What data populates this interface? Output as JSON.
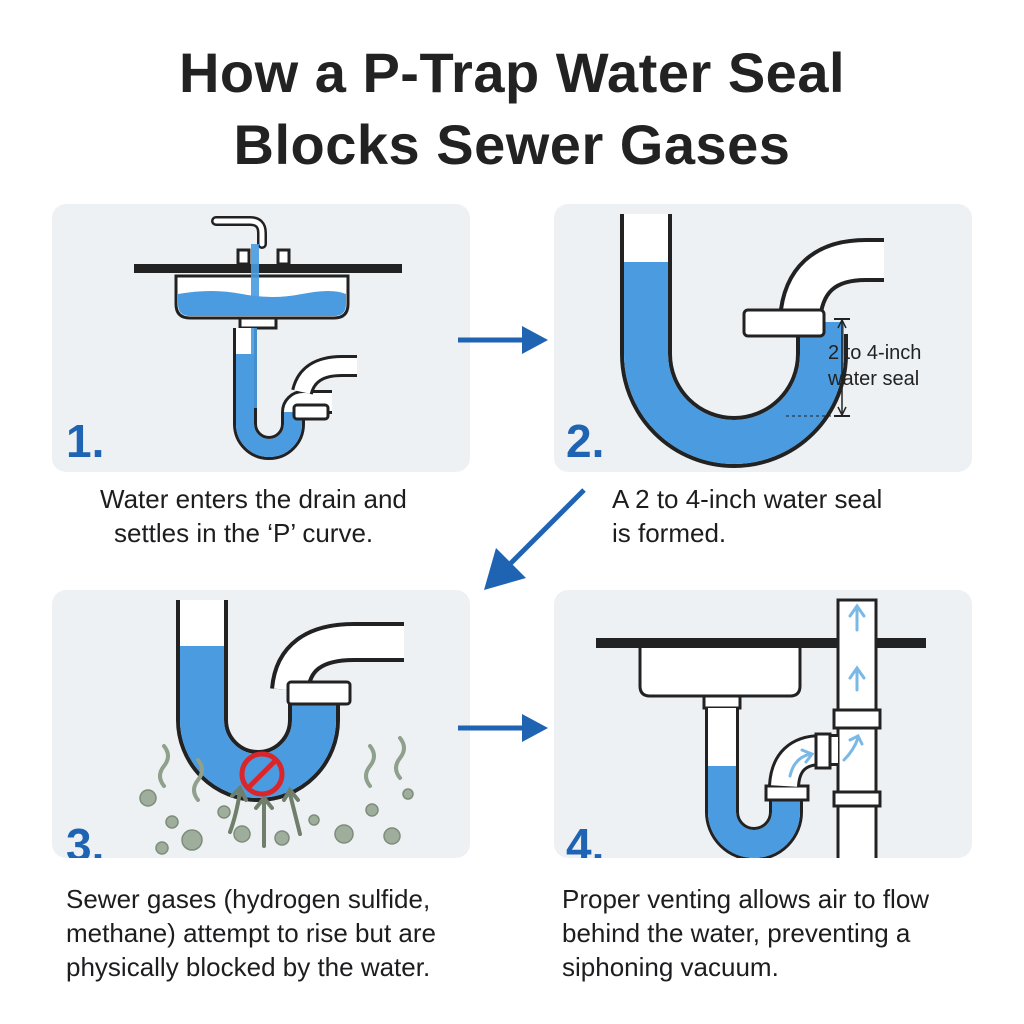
{
  "title": {
    "line1": "How a P-Trap Water Seal",
    "line2": "Blocks Sewer Gases"
  },
  "steps": [
    {
      "number": "1.",
      "caption_line1": "Water enters the drain and",
      "caption_line2": "settles in the ‘P’ curve."
    },
    {
      "number": "2.",
      "caption_line1": "A 2 to 4-inch water seal",
      "caption_line2": "is formed.",
      "label_line1": "2 to 4-inch",
      "label_line2": "water seal"
    },
    {
      "number": "3.",
      "caption_line1": "Sewer gases (hydrogen sulfide,",
      "caption_line2": "methane) attempt to rise but are",
      "caption_line3": "physically blocked by the water."
    },
    {
      "number": "4.",
      "caption_line1": "Proper venting allows air to flow",
      "caption_line2": "behind the water, preventing a",
      "caption_line3": "siphoning vacuum."
    }
  ],
  "colors": {
    "accent": "#1f63b3",
    "water": "#4a9be0",
    "panel": "#eef1f4",
    "outline": "#1e1e1e",
    "gas": "#8fa08c",
    "block": "#d9262b"
  },
  "icons": [
    "right-arrow-icon",
    "diagonal-arrow-icon",
    "no-entry-icon",
    "gas-bubble-icon",
    "air-flow-arrow-icon"
  ]
}
